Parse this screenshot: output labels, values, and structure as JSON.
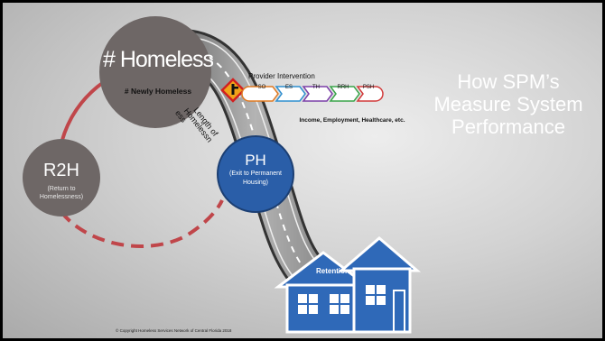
{
  "homeless": {
    "title": "# Homeless",
    "subtitle": "# Newly Homeless"
  },
  "r2h": {
    "title": "R2H",
    "subtitle": "(Return to Homelessness)"
  },
  "ph": {
    "title": "PH",
    "subtitle": "(Exit to Permanent Housing)"
  },
  "provider": {
    "title": "Provider Intervention",
    "chips": [
      "SO",
      "ES",
      "TH",
      "RRH",
      "PSH"
    ],
    "subtitle": "Income, Employment, Healthcare, etc."
  },
  "road_label": "Length of Homelessness",
  "retention_label": "Retention",
  "right_title": "How SPM’s Measure System Performance",
  "copyright": "© Copyright Homeless Services Network of Central Florida 2018",
  "colors": {
    "circle_gray": "#6e6766",
    "circle_blue": "#2a5ea8",
    "arc_red": "#c0464a",
    "house_blue": "#2f69b8"
  }
}
